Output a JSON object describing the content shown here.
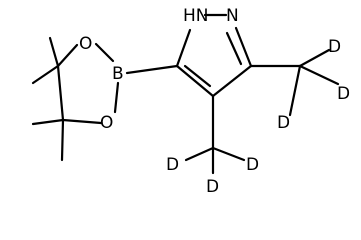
{
  "atom_labels": {
    "nh": "HN",
    "n": "N",
    "boron": "B",
    "oxygen_top": "O",
    "oxygen_bottom": "O",
    "d_right_1": "D",
    "d_right_2": "D",
    "d_right_3": "D",
    "d_bottom_1": "D",
    "d_bottom_2": "D",
    "d_bottom_3": "D"
  },
  "colors": {
    "bond": "#000000",
    "text": "#000000",
    "background": "#ffffff"
  }
}
